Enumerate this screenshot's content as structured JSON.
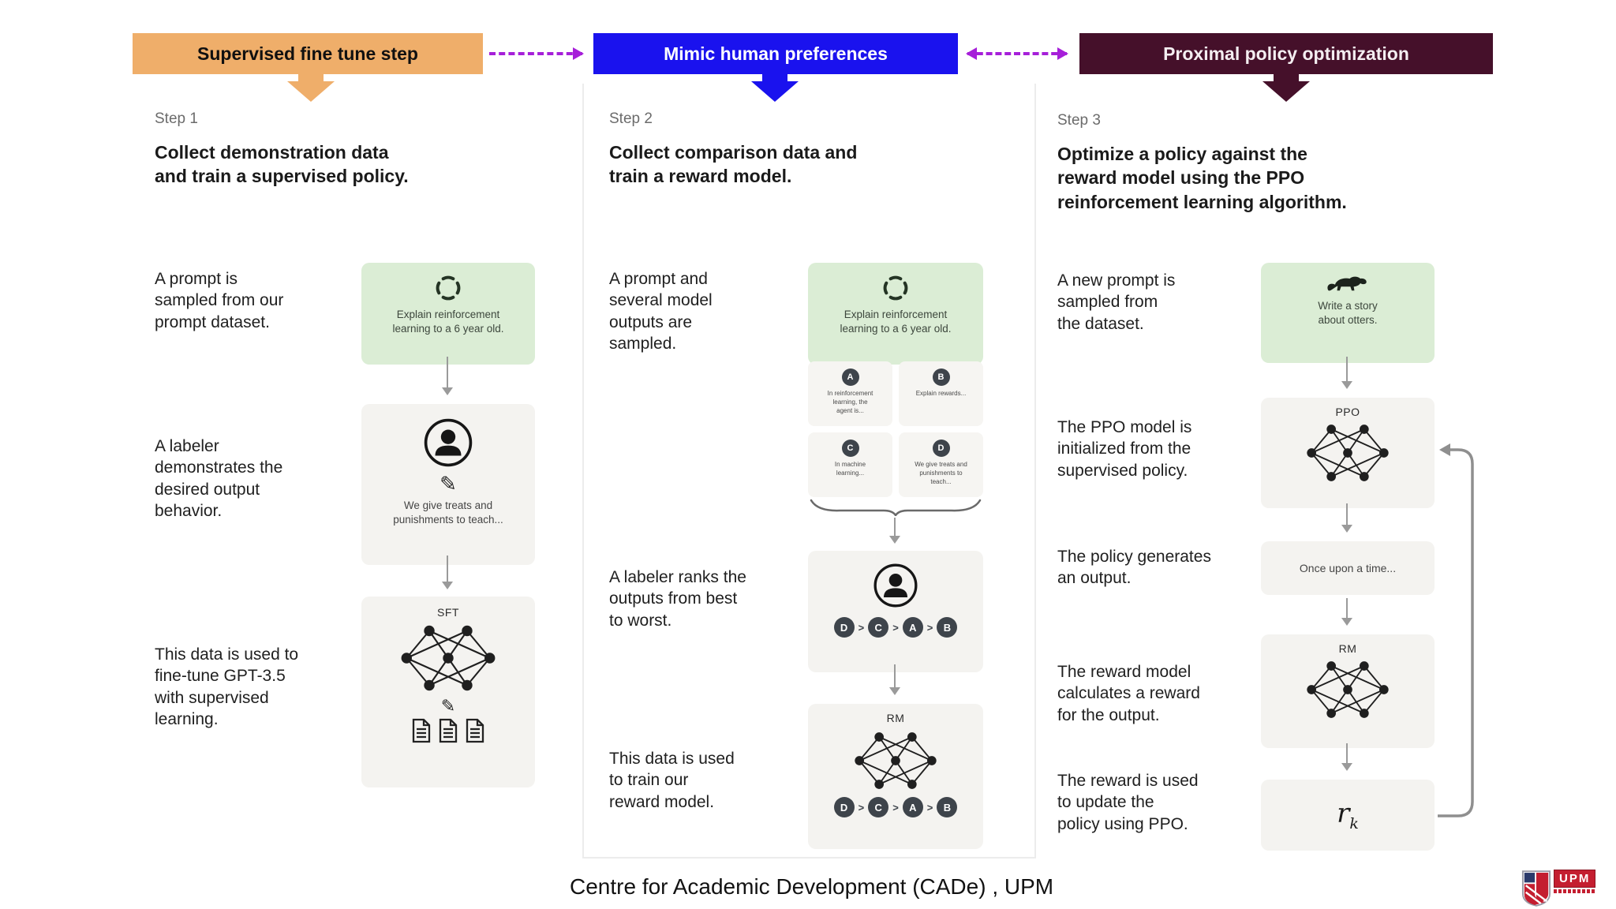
{
  "banners": {
    "sft": "Supervised fine tune step",
    "mimic": "Mimic human preferences",
    "ppo": "Proximal policy optimization"
  },
  "colors": {
    "banner_sft_bg": "#EFAE6A",
    "banner_mimic_bg": "#1A12EE",
    "banner_ppo_bg": "#45102A",
    "dashed_arrow": "#A61FD9",
    "green_card_bg": "#DBEDD5",
    "gray_card_bg": "#F4F3F0"
  },
  "icons": {
    "pencil": "✎"
  },
  "col1": {
    "step": "Step 1",
    "title": "Collect demonstration data\nand train a supervised policy.",
    "text1": "A prompt is\nsampled from our\nprompt dataset.",
    "prompt": "Explain reinforcement\nlearning to a 6 year old.",
    "text2": "A labeler\ndemonstrates the\ndesired output\nbehavior.",
    "labeler_note": "We give treats and\npunishments to teach...",
    "text3": "This data is used to\nfine-tune GPT-3.5\nwith supervised\nlearning.",
    "model": "SFT"
  },
  "col2": {
    "step": "Step 2",
    "title": "Collect comparison data and\ntrain a reward model.",
    "text1": "A prompt and\nseveral model\noutputs are\nsampled.",
    "prompt": "Explain reinforcement\nlearning to a 6 year old.",
    "outputs": [
      {
        "badge": "A",
        "text": "In reinforcement\nlearning, the\nagent is..."
      },
      {
        "badge": "B",
        "text": "Explain rewards..."
      },
      {
        "badge": "C",
        "text": "In machine\nlearning..."
      },
      {
        "badge": "D",
        "text": "We give treats and\npunishments to\nteach..."
      }
    ],
    "text2": "A labeler ranks the\noutputs from best\nto worst.",
    "ranking": [
      "D",
      "C",
      "A",
      "B"
    ],
    "rank_sep": ">",
    "text3": "This data is used\nto train our\nreward model.",
    "model": "RM"
  },
  "col3": {
    "step": "Step 3",
    "title": "Optimize a policy against the\nreward model using the PPO\nreinforcement learning algorithm.",
    "text1": "A new prompt is\nsampled from\nthe dataset.",
    "prompt": "Write a story\nabout otters.",
    "text2": "The PPO model is\ninitialized from the\nsupervised policy.",
    "ppo_label": "PPO",
    "text3": "The policy generates\nan output.",
    "output_text": "Once upon a time...",
    "text4": "The reward model\ncalculates a reward\nfor the output.",
    "rm_label": "RM",
    "text5": "The reward is used\nto update the\npolicy using PPO.",
    "reward_symbol": "r",
    "reward_sub": "k"
  },
  "footer": {
    "credit": "Centre for Academic Development (CADe) , UPM",
    "logo_acronym": "UPM"
  }
}
